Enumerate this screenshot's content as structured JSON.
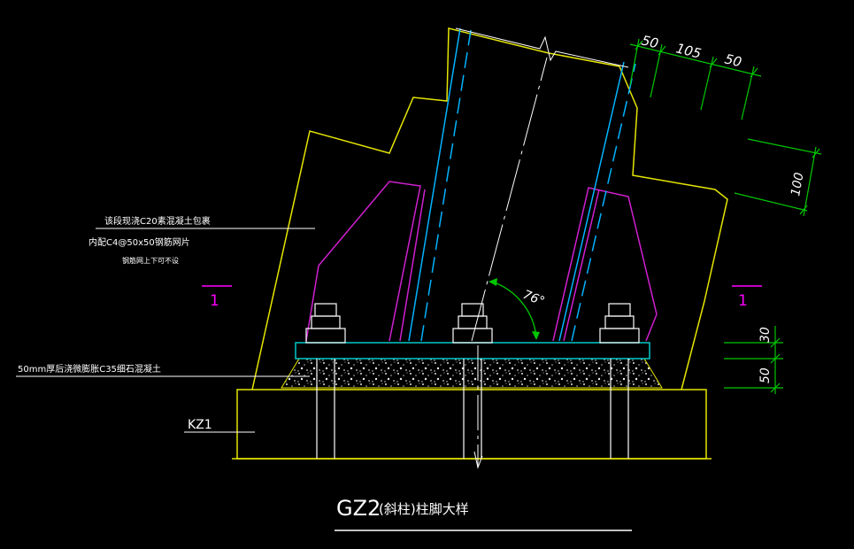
{
  "drawing": {
    "title": "GZ2(斜柱)柱脚大样",
    "title_latin": "GZ2",
    "title_cjk": "(斜柱)柱脚大样",
    "notes": {
      "concrete_wrap": "该段现浇C20素混凝土包裹",
      "mesh": "内配C4@50x50钢筋网片",
      "mesh_note": "钢筋网上下可不设",
      "grout": "50mm厚后浇微膨胀C35细石混凝土"
    },
    "base_label": "KZ1",
    "section_marks": [
      "1",
      "1"
    ],
    "angle_label": "76°",
    "dimensions": {
      "top": [
        "50",
        "105",
        "50"
      ],
      "right_upper": "100",
      "right_lower": [
        "30",
        "50"
      ]
    },
    "colors": {
      "background": "#000000",
      "outline": "#e6e600",
      "column_edge": "#00b4ff",
      "stiffener": "#d020d0",
      "dimension": "#00c800",
      "section_mark": "#ff00ff",
      "plate": "#00c8c8",
      "bolt": "#ffffff"
    }
  }
}
